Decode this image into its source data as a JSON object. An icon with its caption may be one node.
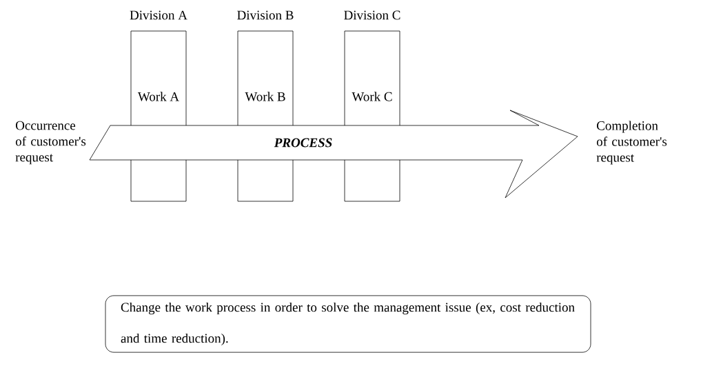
{
  "diagram": {
    "nodes": [
      {
        "text": [
          "Division A",
          "Work A"
        ]
      },
      {
        "text": [
          "Division B",
          "Work B"
        ]
      },
      {
        "text": [
          "Division C",
          "Work C"
        ]
      },
      {
        "text": [
          "PROCESS"
        ]
      },
      {
        "text": [
          "Change the work process in order to solve the management issue (ex, cost reduction and time reduction)."
        ]
      }
    ],
    "labels": [
      "Occurrence of customer's request",
      "Completion of customer's request"
    ]
  }
}
